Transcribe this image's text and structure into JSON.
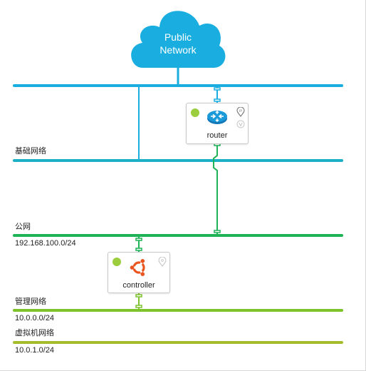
{
  "colors": {
    "public_network": "#1aaee0",
    "base_network": "#1bb0c4",
    "gongwang": "#1db356",
    "management": "#7ec32c",
    "vm_network": "#a3be2a",
    "port_blue": "#1aaee0",
    "port_green": "#1db356",
    "status_active": "#9ccd3c",
    "router_blue": "#1a9ad8",
    "ubuntu_orange": "#e95420"
  },
  "cloud": {
    "label_line1": "Public",
    "label_line2": "Network"
  },
  "networks": [
    {
      "id": "base",
      "name": "基础网络",
      "cidr": ""
    },
    {
      "id": "public",
      "name": "公网",
      "cidr": "192.168.100.0/24"
    },
    {
      "id": "management",
      "name": "管理网络",
      "cidr": "10.0.0.0/24"
    },
    {
      "id": "vm",
      "name": "虚拟机网络",
      "cidr": "10.0.1.0/24"
    }
  ],
  "nodes": {
    "router": {
      "label": "router",
      "icon": "router-icon",
      "status": "active"
    },
    "controller": {
      "label": "controller",
      "icon": "ubuntu-icon",
      "status": "active"
    }
  }
}
